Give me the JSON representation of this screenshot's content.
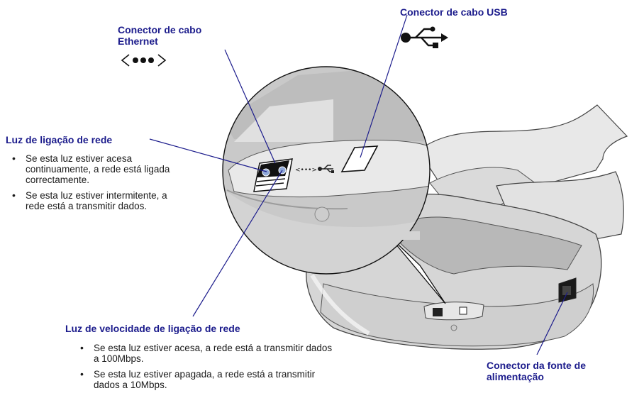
{
  "labels": {
    "ethernet_connector": "Conector de cabo Ethernet",
    "usb_connector": "Conector de cabo USB",
    "link_light": "Luz de ligação de rede",
    "link_speed_light": "Luz de velocidade de ligação de rede",
    "power_connector": "Conector da fonte de alimentação"
  },
  "link_light_bullets": [
    "Se esta luz estiver acesa continuamente, a rede está ligada correctamente.",
    "Se esta luz estiver intermitente, a rede está a transmitir dados."
  ],
  "speed_light_bullets": [
    "Se esta luz estiver acesa, a rede está a transmitir dados a 100Mbps.",
    "Se esta luz estiver apagada, a rede está a transmitir dados a 10Mbps."
  ],
  "icons": [
    "ethernet-icon",
    "usb-icon"
  ],
  "colors": {
    "label_text": "#1c1c8c",
    "body_text": "#1a1a1a",
    "leader_lines": "#1c1c8c",
    "printer_body": "#d9d9d9",
    "printer_shadow": "#a8a8a8"
  }
}
